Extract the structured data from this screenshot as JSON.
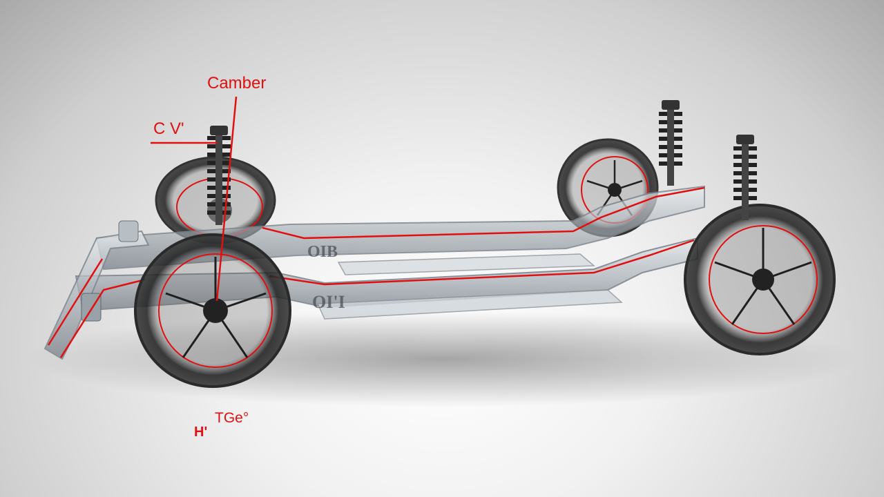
{
  "labels": {
    "camber": "Camber",
    "cv": "C V'",
    "toe_main": "TGe°",
    "toe_prefix": "H'",
    "rail_upper": "OIB",
    "rail_lower": "OI'I"
  },
  "colors": {
    "annotation": "#e01010",
    "frame": "#9aa3ab",
    "tire": "#2a2a2a",
    "spring": "#222222"
  }
}
